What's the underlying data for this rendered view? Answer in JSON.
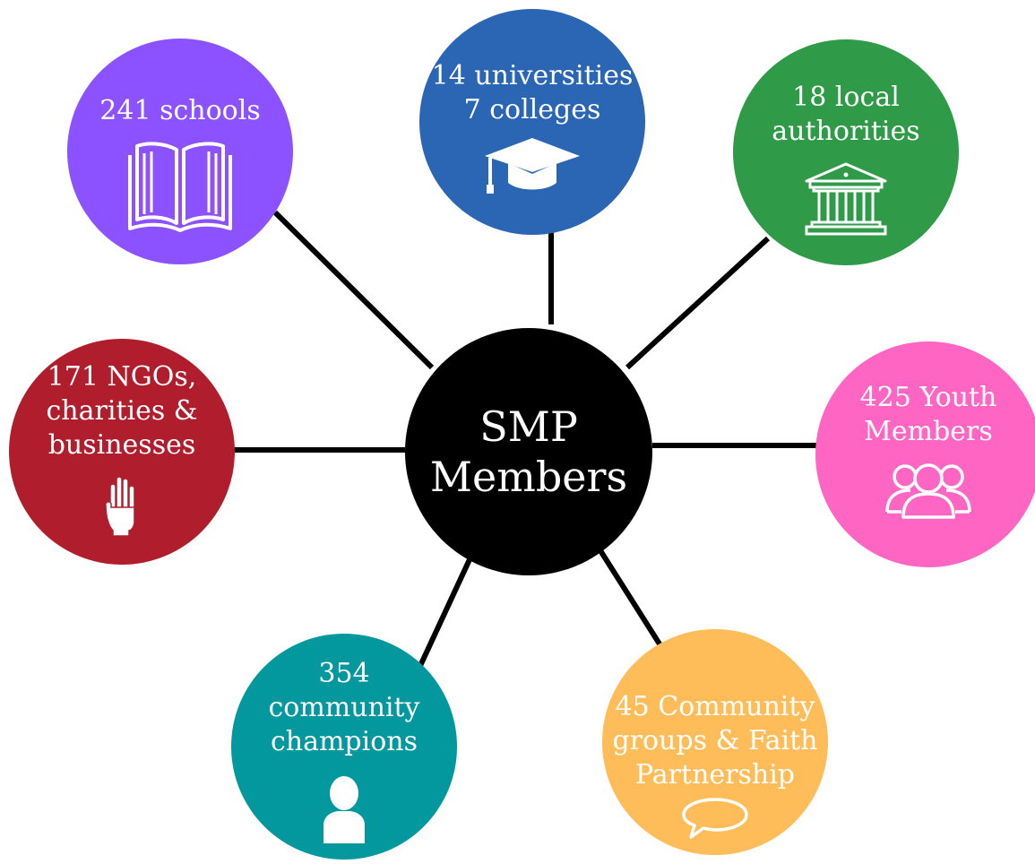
{
  "diagram": {
    "center": {
      "lines": [
        "SMP",
        "Members"
      ],
      "color": "#000000"
    },
    "nodes": [
      {
        "id": "schools",
        "lines": [
          "241 schools"
        ],
        "icon": "open-book-icon",
        "color": "#8c52ff"
      },
      {
        "id": "universities",
        "lines": [
          "14 universities",
          "7 colleges"
        ],
        "icon": "graduation-cap-icon",
        "color": "#2a66b3"
      },
      {
        "id": "local-authorities",
        "lines": [
          "18 local",
          "authorities"
        ],
        "icon": "government-building-icon",
        "color": "#2f9b48"
      },
      {
        "id": "youth-members",
        "lines": [
          "425 Youth",
          "Members"
        ],
        "icon": "group-people-icon",
        "color": "#ff66c4"
      },
      {
        "id": "community-groups",
        "lines": [
          "45 Community",
          "groups & Faith",
          "Partnership"
        ],
        "icon": "speech-bubble-icon",
        "color": "#ffbd59"
      },
      {
        "id": "community-champions",
        "lines": [
          "354",
          "community",
          "champions"
        ],
        "icon": "person-icon",
        "color": "#03989e"
      },
      {
        "id": "ngos",
        "lines": [
          "171 NGOs,",
          "charities &",
          "businesses"
        ],
        "icon": "raised-hand-icon",
        "color": "#b01e2e"
      }
    ]
  }
}
